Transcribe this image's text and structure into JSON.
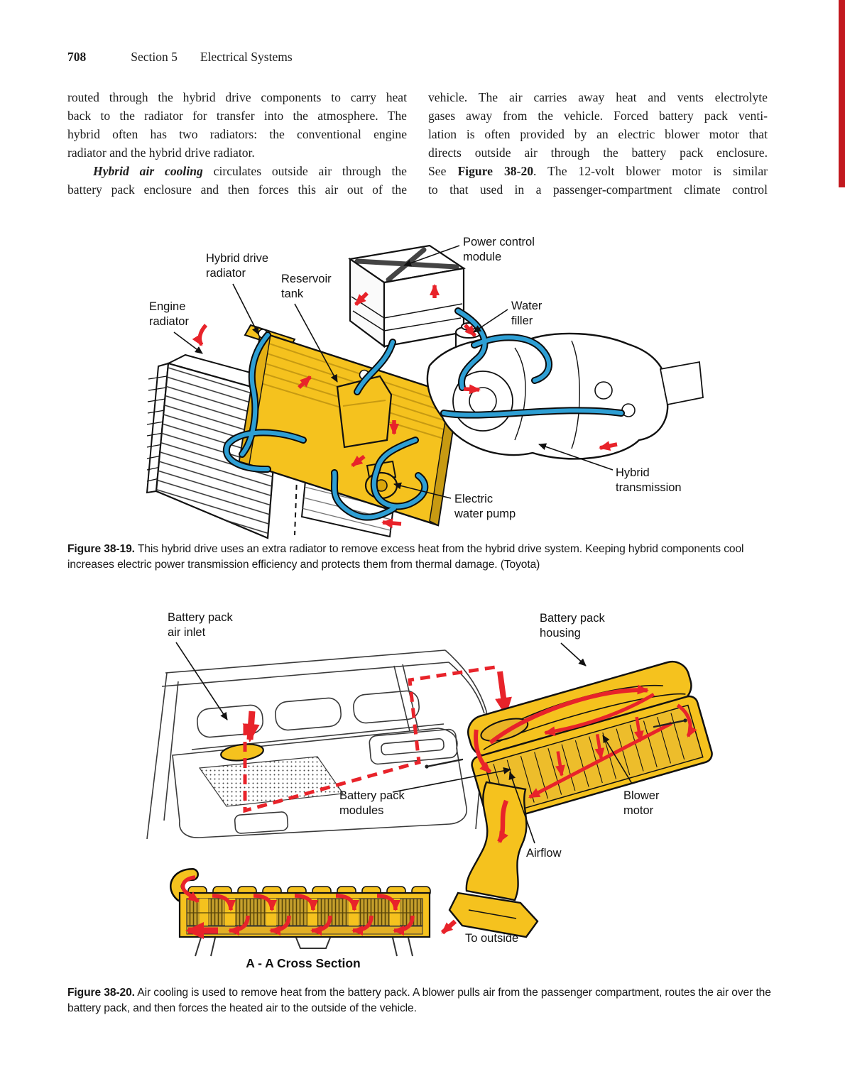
{
  "page": {
    "number": "708",
    "section": "Section 5",
    "section_title": "Electrical Systems"
  },
  "body": {
    "left": {
      "l1": "routed through the hybrid drive components to carry heat",
      "l2": "back to the radiator for transfer into the atmosphere. The",
      "l3": "hybrid often has two radiators: the conventional engine",
      "l4": "radiator and the hybrid drive radiator.",
      "l5a": "Hybrid air cooling",
      "l5b": " circulates outside air through the",
      "l6": "battery pack enclosure and then forces this air out of the"
    },
    "right": {
      "l1": "vehicle. The air carries away heat and vents electrolyte",
      "l2": "gases away from the vehicle. Forced battery pack venti-",
      "l3": "lation is often provided by an electric blower motor that",
      "l4": "directs outside air through the battery pack enclosure.",
      "l5a": "See ",
      "l5b": "Figure 38-20",
      "l5c": ". The 12-volt blower motor is similar",
      "l6": "to that used in a passenger-compartment climate control"
    }
  },
  "figure1": {
    "labels": {
      "engine_radiator": "Engine\nradiator",
      "hybrid_drive_radiator": "Hybrid drive\nradiator",
      "reservoir_tank": "Reservoir\ntank",
      "power_control_module": "Power control\nmodule",
      "water_filler": "Water\nfiller",
      "hybrid_transmission": "Hybrid\ntransmission",
      "electric_water_pump": "Electric\nwater pump"
    },
    "caption": {
      "lead": "Figure 38-19.",
      "text": " This hybrid drive uses an extra radiator to remove excess heat from the hybrid drive system. Keeping hybrid components cool increases electric power transmission efficiency and protects them from thermal damage. (Toyota)"
    }
  },
  "figure2": {
    "labels": {
      "battery_pack_air_inlet": "Battery pack\nair inlet",
      "battery_pack_housing": "Battery pack\nhousing",
      "battery_pack_modules": "Battery pack\nmodules",
      "blower_motor": "Blower\nmotor",
      "airflow": "Airflow",
      "to_outside": "To outside",
      "cross_section": "A - A Cross Section"
    },
    "caption": {
      "lead": "Figure 38-20.",
      "text": " Air cooling is used to remove heat from the battery pack. A blower pulls air from the passenger compartment, routes the air over the battery pack, and then forces the heated air to the outside of the vehicle."
    }
  },
  "colors": {
    "diagram_yellow": "#F5C21E",
    "hose_blue": "#2E9FD4",
    "arrow_red": "#E8232A",
    "edge_tab": "#C2191F"
  }
}
